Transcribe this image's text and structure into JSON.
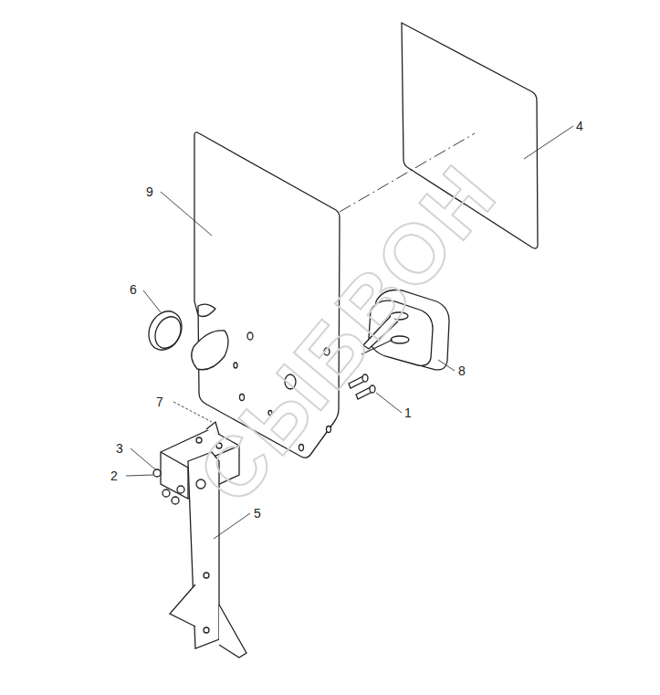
{
  "diagram": {
    "labels": [
      "9",
      "4",
      "6",
      "8",
      "7",
      "1",
      "3",
      "2",
      "5",
      "СЫБВОН"
    ]
  }
}
